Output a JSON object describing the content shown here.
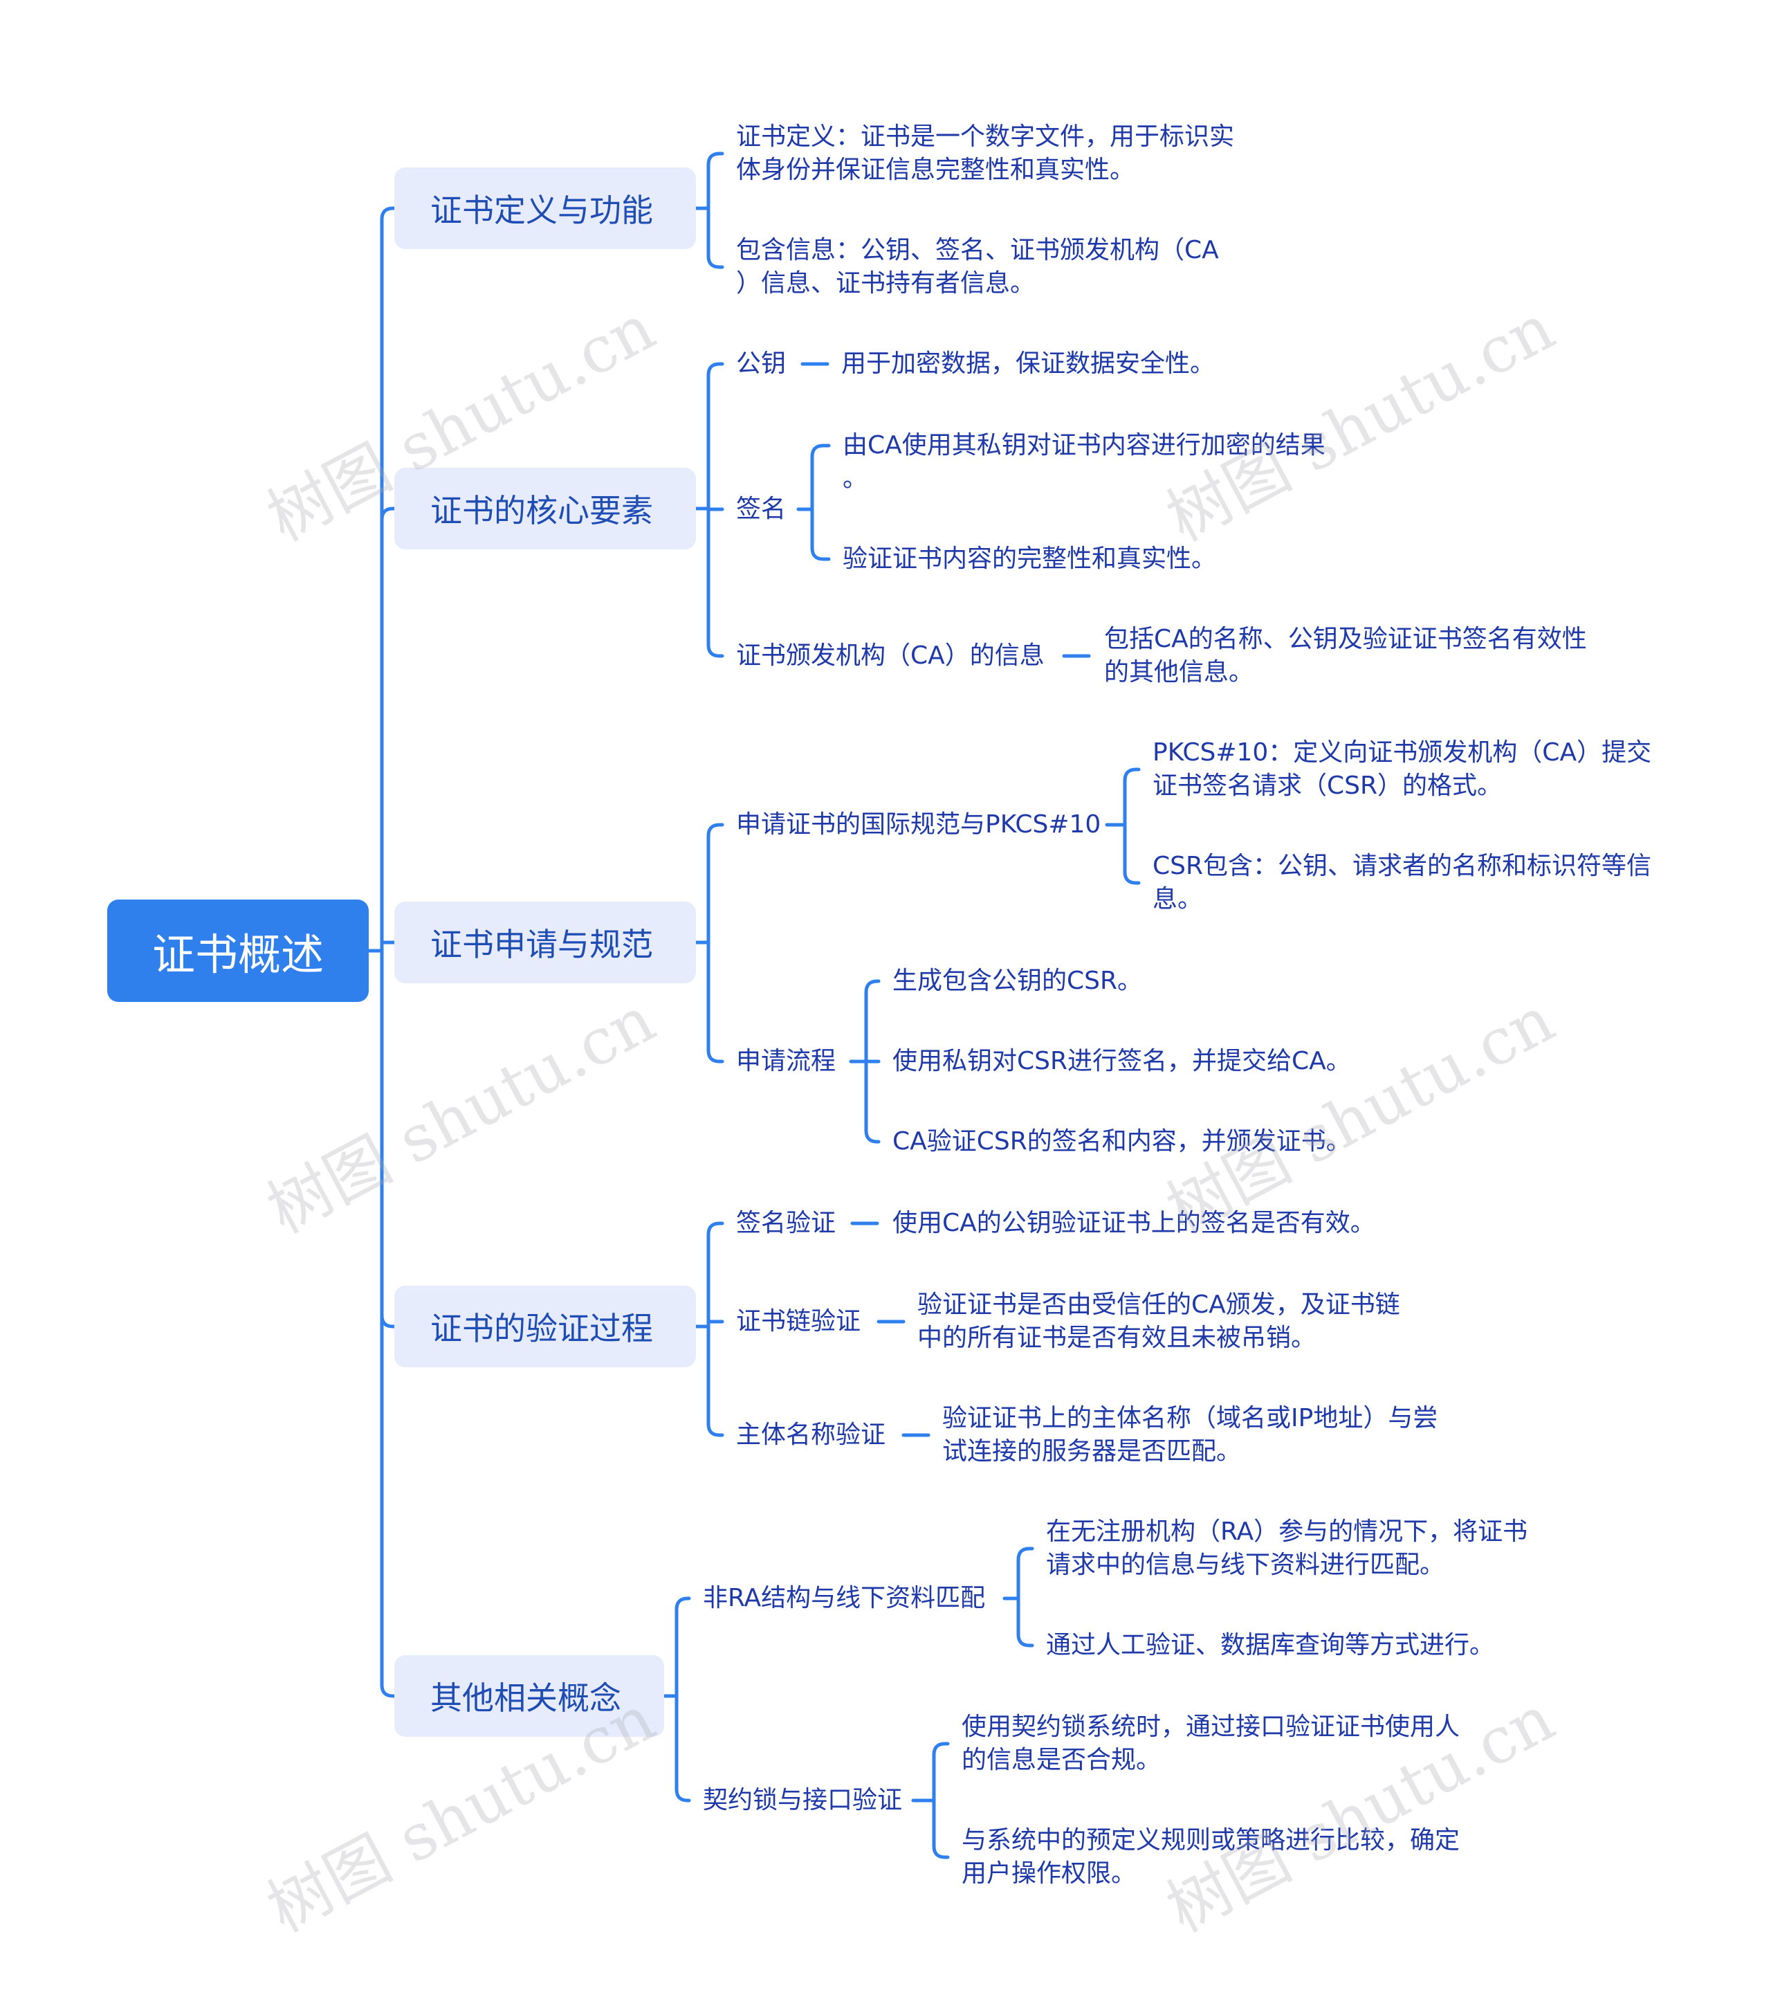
{
  "root": "证书概述",
  "branches": [
    {
      "label": "证书定义与功能",
      "children": [
        {
          "lines": [
            "证书定义：证书是一个数字文件，用于标识实",
            "体身份并保证信息完整性和真实性。"
          ]
        },
        {
          "lines": [
            "包含信息：公钥、签名、证书颁发机构（CA",
            "）信息、证书持有者信息。"
          ]
        }
      ]
    },
    {
      "label": "证书的核心要素",
      "children": [
        {
          "label": "公钥",
          "children": [
            {
              "lines": [
                "用于加密数据，保证数据安全性。"
              ]
            }
          ]
        },
        {
          "label": "签名",
          "children": [
            {
              "lines": [
                "由CA使用其私钥对证书内容进行加密的结果",
                "。"
              ]
            },
            {
              "lines": [
                "验证证书内容的完整性和真实性。"
              ]
            }
          ]
        },
        {
          "label": "证书颁发机构（CA）的信息",
          "children": [
            {
              "lines": [
                "包括CA的名称、公钥及验证证书签名有效性",
                "的其他信息。"
              ]
            }
          ]
        }
      ]
    },
    {
      "label": "证书申请与规范",
      "children": [
        {
          "label": "申请证书的国际规范与PKCS#10",
          "children": [
            {
              "lines": [
                "PKCS#10：定义向证书颁发机构（CA）提交",
                "证书签名请求（CSR）的格式。"
              ]
            },
            {
              "lines": [
                "CSR包含：公钥、请求者的名称和标识符等信",
                "息。"
              ]
            }
          ]
        },
        {
          "label": "申请流程",
          "children": [
            {
              "lines": [
                "生成包含公钥的CSR。"
              ]
            },
            {
              "lines": [
                "使用私钥对CSR进行签名，并提交给CA。"
              ]
            },
            {
              "lines": [
                "CA验证CSR的签名和内容，并颁发证书。"
              ]
            }
          ]
        }
      ]
    },
    {
      "label": "证书的验证过程",
      "children": [
        {
          "label": "签名验证",
          "children": [
            {
              "lines": [
                "使用CA的公钥验证证书上的签名是否有效。"
              ]
            }
          ]
        },
        {
          "label": "证书链验证",
          "children": [
            {
              "lines": [
                "验证证书是否由受信任的CA颁发，及证书链",
                "中的所有证书是否有效且未被吊销。"
              ]
            }
          ]
        },
        {
          "label": "主体名称验证",
          "children": [
            {
              "lines": [
                "验证证书上的主体名称（域名或IP地址）与尝",
                "试连接的服务器是否匹配。"
              ]
            }
          ]
        }
      ]
    },
    {
      "label": "其他相关概念",
      "children": [
        {
          "label": "非RA结构与线下资料匹配",
          "children": [
            {
              "lines": [
                "在无注册机构（RA）参与的情况下，将证书",
                "请求中的信息与线下资料进行匹配。"
              ]
            },
            {
              "lines": [
                "通过人工验证、数据库查询等方式进行。"
              ]
            }
          ]
        },
        {
          "label": "契约锁与接口验证",
          "children": [
            {
              "lines": [
                "使用契约锁系统时，通过接口验证证书使用人",
                "的信息是否合规。"
              ]
            },
            {
              "lines": [
                "与系统中的预定义规则或策略进行比较，确定",
                "用户操作权限。"
              ]
            }
          ]
        }
      ]
    }
  ],
  "watermark": "树图 shutu.cn",
  "colors": {
    "accent": "#2f80ed",
    "branch_bg": "#e6ecfc",
    "text": "#1f3aa8",
    "line": "#2f80ed"
  }
}
